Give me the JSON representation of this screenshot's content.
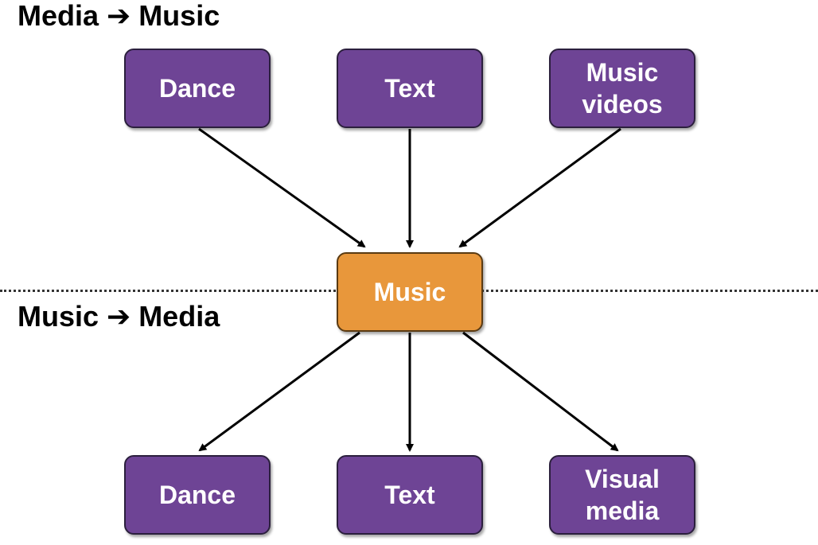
{
  "sections": {
    "media_to_music": "Media ➔ Music",
    "music_to_media": "Music ➔ Media"
  },
  "nodes": {
    "top": [
      {
        "id": "dance",
        "label": "Dance"
      },
      {
        "id": "text",
        "label": "Text"
      },
      {
        "id": "music-videos",
        "label": "Music\nvideos"
      }
    ],
    "center": {
      "id": "music",
      "label": "Music"
    },
    "bottom": [
      {
        "id": "dance",
        "label": "Dance"
      },
      {
        "id": "text",
        "label": "Text"
      },
      {
        "id": "visual-media",
        "label": "Visual\nmedia"
      }
    ]
  },
  "edges": [
    {
      "from": "top.dance",
      "to": "center.music"
    },
    {
      "from": "top.text",
      "to": "center.music"
    },
    {
      "from": "top.music-videos",
      "to": "center.music"
    },
    {
      "from": "center.music",
      "to": "bottom.dance"
    },
    {
      "from": "center.music",
      "to": "bottom.text"
    },
    {
      "from": "center.music",
      "to": "bottom.visual-media"
    }
  ],
  "colors": {
    "media_node": "#6e4495",
    "music_node": "#e8973b",
    "arrow": "#000000"
  }
}
